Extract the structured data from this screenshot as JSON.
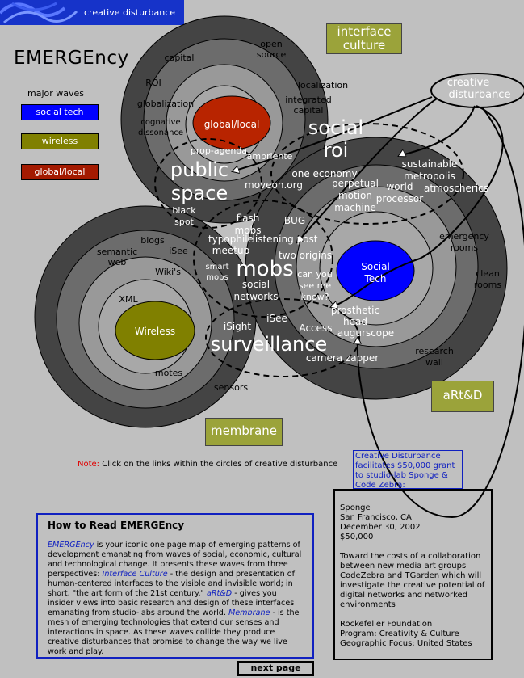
{
  "header": {
    "logo_text": "creative disturbance",
    "title": "EMERGEncy"
  },
  "legend": {
    "heading": "major waves",
    "items": [
      {
        "label": "social tech",
        "color": "#0000ff",
        "text_color": "#ffffff"
      },
      {
        "label": "wireless",
        "color": "#808000",
        "text_color": "#ffffff"
      },
      {
        "label": "global/local",
        "color": "#a31a00",
        "text_color": "#ffffff"
      }
    ]
  },
  "tags": {
    "interface_culture": "interface culture",
    "membrane": "membrane",
    "artd": "aRt&D",
    "creative_disturbance": "creative disturbance"
  },
  "circles": {
    "global": {
      "core": "global/local",
      "terms": [
        "open source",
        "capital",
        "ROI",
        "localization",
        "integrated capital",
        "globalization",
        "cognative dissonance",
        "prop-agenda",
        "ambriente"
      ]
    },
    "wireless": {
      "core": "Wireless",
      "terms": [
        "blogs",
        "semantic web",
        "iSee",
        "Wiki's",
        "XML",
        "smart mobs",
        "motes",
        "sensors",
        "black spot"
      ]
    },
    "socialtech": {
      "core": "Social Tech",
      "terms": [
        "sustainable metropolis",
        "world processor",
        "atmoscherics",
        "emergency rooms",
        "clean rooms",
        "research wall",
        "can you see me know?",
        "prosthetic head",
        "augurscope",
        "Access",
        "camera zapper",
        "two origins",
        "BUG"
      ]
    }
  },
  "center_terms": {
    "big": [
      "social roi",
      "public space",
      "mobs",
      "surveillance"
    ],
    "small": [
      "one economy",
      "perpetual motion machine",
      "moveon.org",
      "flash mobs",
      "typophile meetup",
      "listening post",
      "social networks",
      "iSee",
      "iSight"
    ]
  },
  "note": {
    "prefix": "Note:",
    "text": "Click on the links within the circles of creative disturbance"
  },
  "howto": {
    "title": "How to Read EMERGEncy",
    "p1_link": "EMERGEncy",
    "p1": " is your iconic one page map of emerging patterns of development emanating from waves of social, economic, cultural and technological change.  It presents these waves from three perspectives: ",
    "p2_link": "Interface Culture",
    "p2": " - the design and presentation of human-centered interfaces to the visible and invisible world; in short, \"the art form of the 21st century.\" ",
    "p3_link": "aRt&D",
    "p3": " - gives you insider views into basic research and design of these interfaces emanating from studio-labs around the world. ",
    "p4_link": "Membrane",
    "p4": " - is the mesh of emerging technologies that extend our senses and interactions in space. As these waves collide they produce  creative disturbances that promise to change the way we live work and play."
  },
  "next_page": "next page",
  "grant_link": "Creative Disturbance facilitates $50,000 grant to studio-lab Sponge & Code Zebra:",
  "grant": {
    "name": "Sponge",
    "location": "San Francisco, CA",
    "date": "December 30, 2002",
    "amount": "$50,000",
    "desc": "Toward the costs of a collaboration between new media art groups CodeZebra and TGarden which will investigate the creative potential of digital networks and networked environments",
    "foundation": "Rockefeller Foundation",
    "program": "Program: Creativity & Culture",
    "focus": "Geographic Focus: United States"
  }
}
